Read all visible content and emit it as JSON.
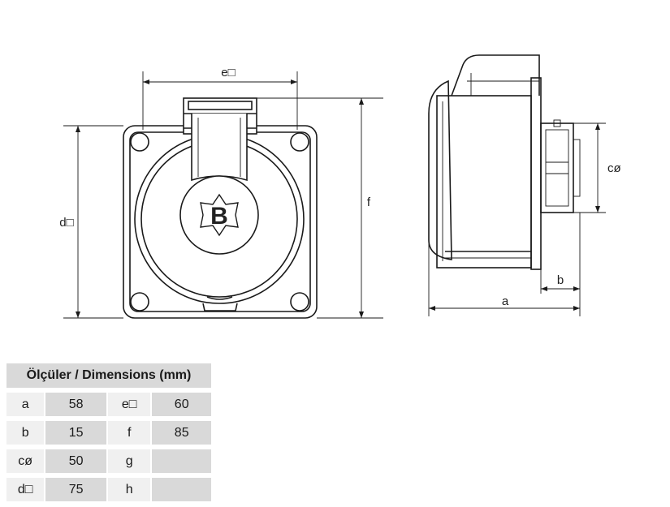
{
  "drawing": {
    "labels": {
      "e_square": "e□",
      "d_square": "d□",
      "f": "f",
      "c_diameter": "cø",
      "a": "a",
      "b": "b"
    },
    "logo_letter": "B"
  },
  "table": {
    "title": "Ölçüler / Dimensions (mm)",
    "rows": [
      {
        "k1": "a",
        "v1": "58",
        "k2": "e□",
        "v2": "60"
      },
      {
        "k1": "b",
        "v1": "15",
        "k2": "f",
        "v2": "85"
      },
      {
        "k1": "cø",
        "v1": "50",
        "k2": "g",
        "v2": ""
      },
      {
        "k1": "d□",
        "v1": "75",
        "k2": "h",
        "v2": ""
      }
    ]
  }
}
